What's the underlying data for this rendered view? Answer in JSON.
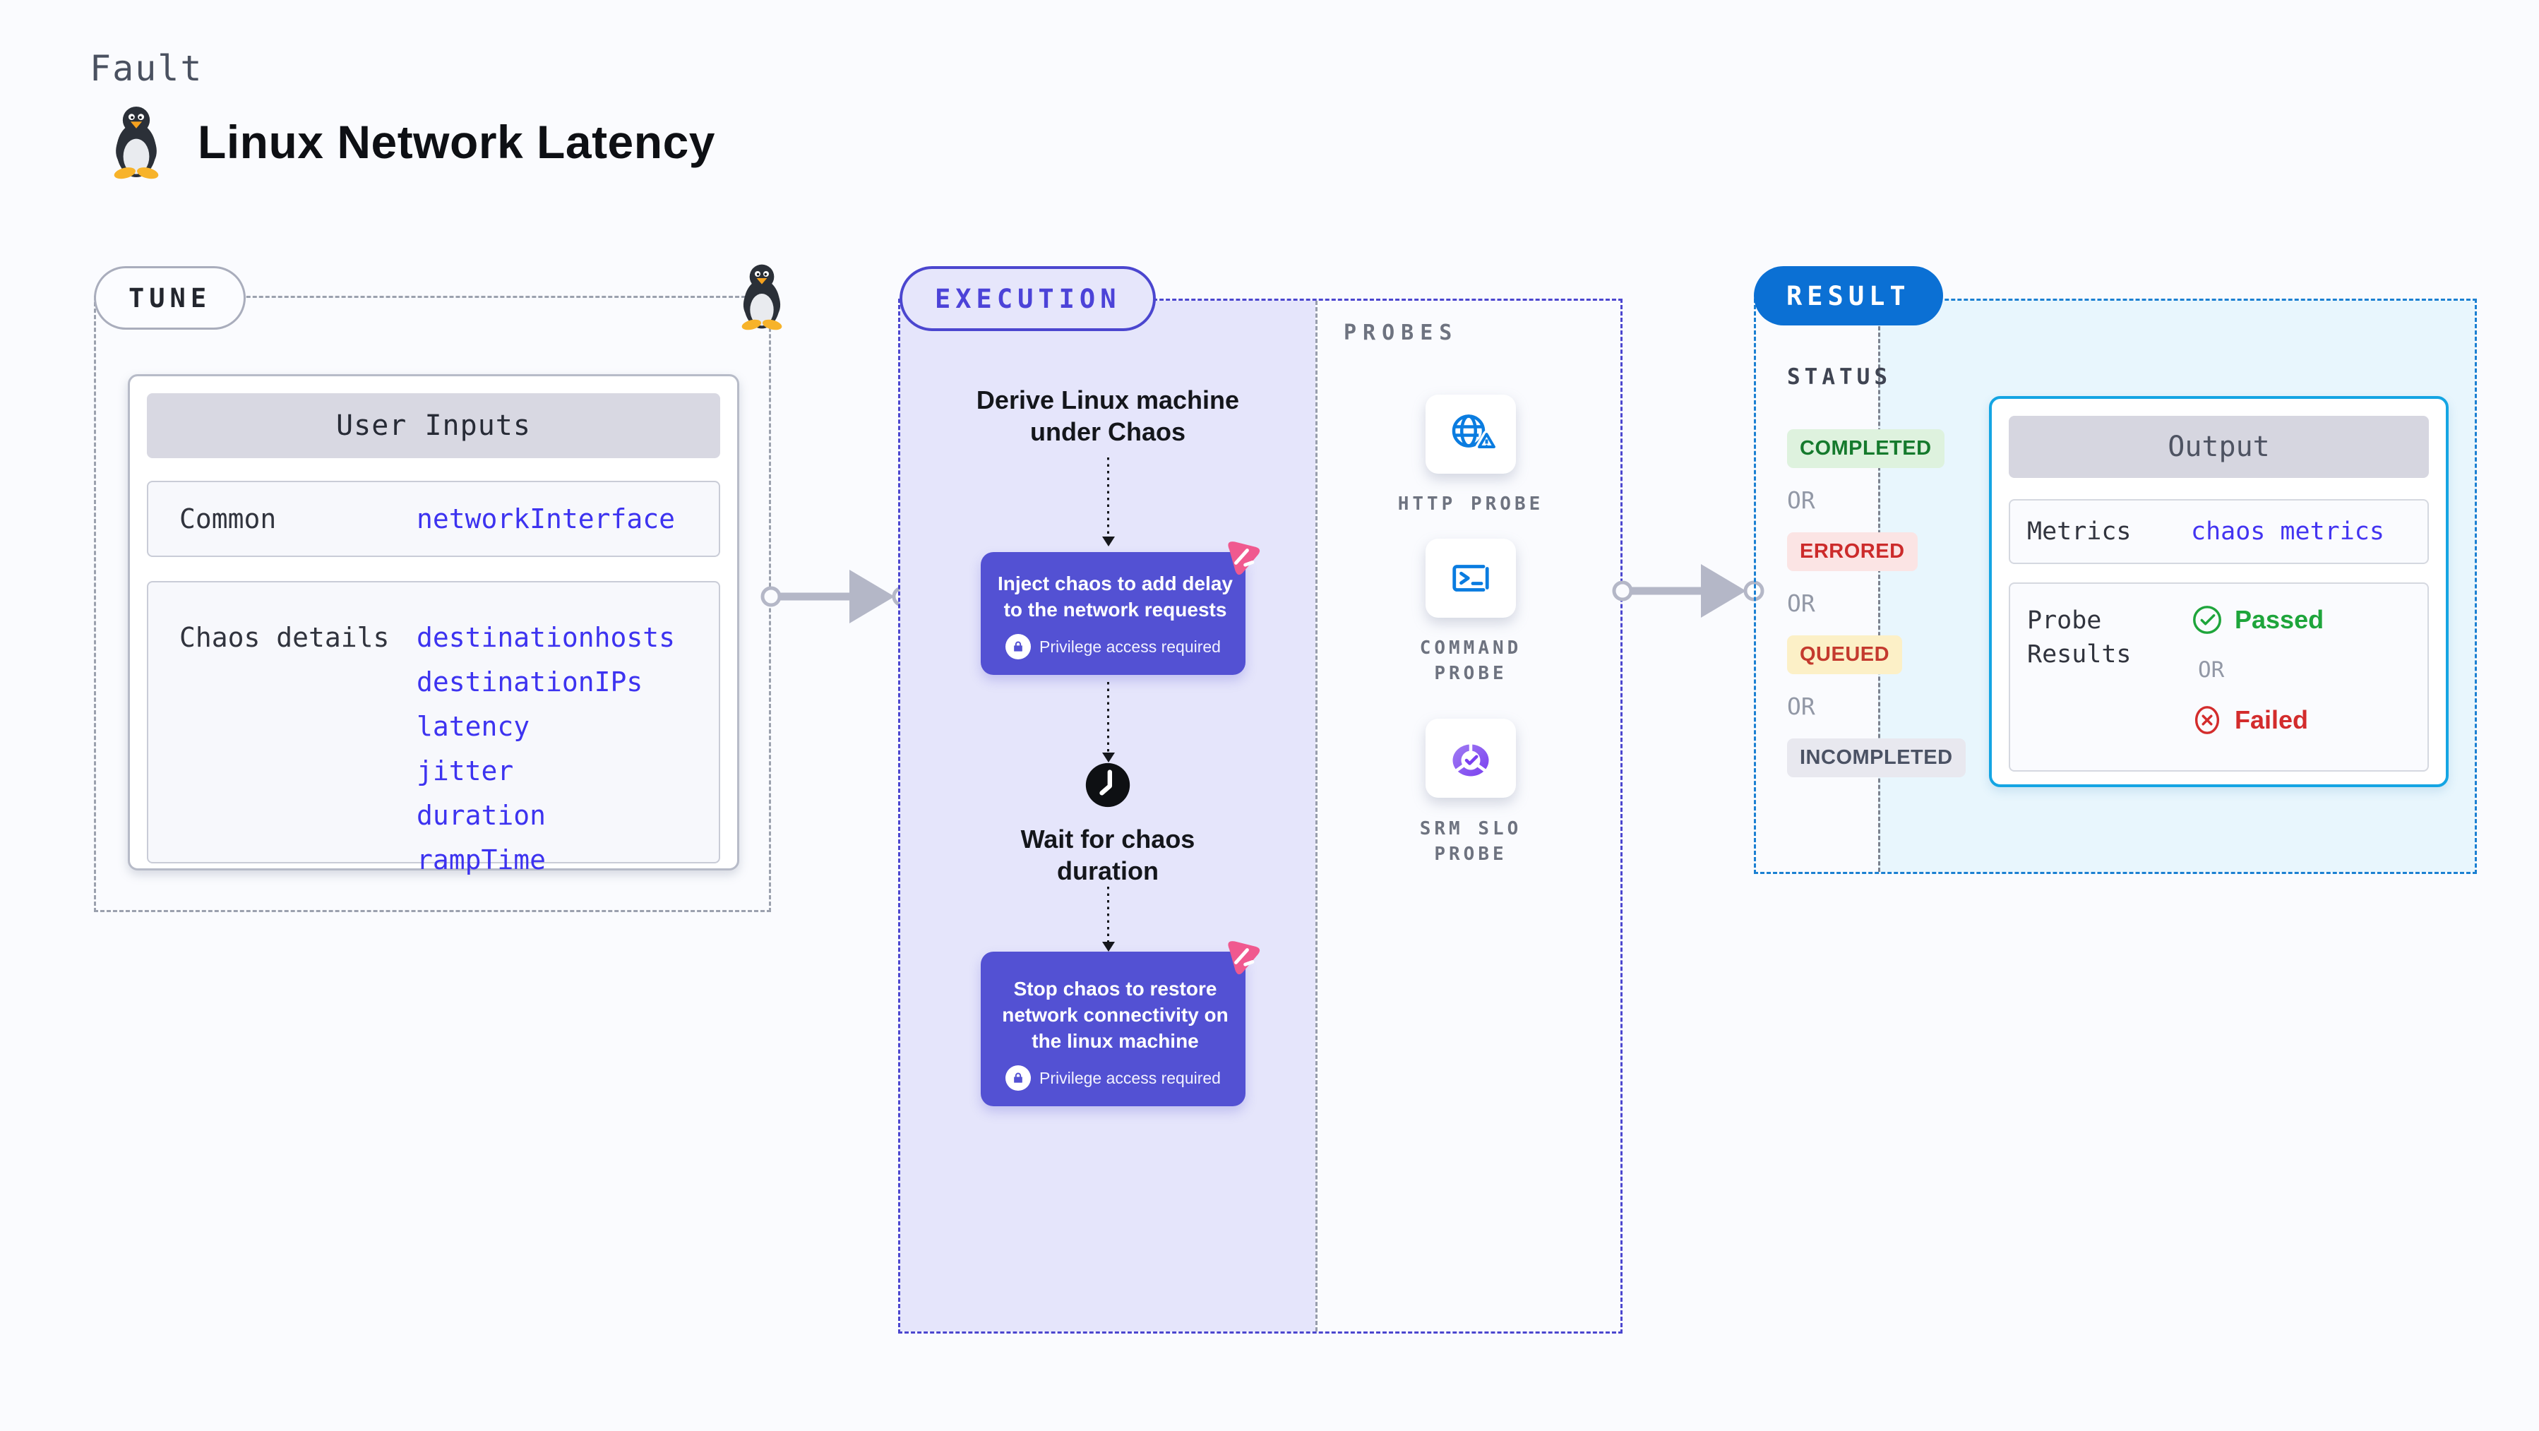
{
  "page": {
    "fault_label": "Fault",
    "title": "Linux Network Latency",
    "title_icon": "tux-penguin-icon"
  },
  "tune": {
    "badge": "TUNE",
    "corner_icon": "tux-penguin-icon",
    "user_inputs": {
      "header": "User Inputs",
      "rows": [
        {
          "label": "Common",
          "values": [
            "networkInterface"
          ]
        },
        {
          "label": "Chaos details",
          "values": [
            "destinationhosts",
            "destinationIPs",
            "latency",
            "jitter",
            "duration",
            "rampTime"
          ]
        }
      ]
    }
  },
  "execution": {
    "badge": "EXECUTION",
    "derive_label": "Derive Linux machine under Chaos",
    "inject": {
      "title": "Inject chaos to add delay to the network requests",
      "privilege": "Privilege access required",
      "corner_icon": "chaos-pink-icon",
      "icon": "lock-icon"
    },
    "wait": {
      "label": "Wait for chaos duration",
      "icon": "clock-icon"
    },
    "stop": {
      "title": "Stop chaos to restore network connectivity on the linux machine",
      "privilege": "Privilege access required",
      "corner_icon": "chaos-pink-icon",
      "icon": "lock-icon"
    }
  },
  "probes": {
    "label": "PROBES",
    "items": [
      {
        "label": "HTTP PROBE",
        "icon": "globe-alert-icon"
      },
      {
        "label": "COMMAND PROBE",
        "icon": "terminal-icon"
      },
      {
        "label": "SRM SLO PROBE",
        "icon": "slo-donut-check-icon"
      }
    ]
  },
  "result": {
    "badge": "RESULT",
    "status": {
      "label": "STATUS",
      "or_label": "OR",
      "items": [
        {
          "label": "COMPLETED",
          "color": "#157a2d",
          "bg": "#def2de"
        },
        {
          "label": "ERRORED",
          "color": "#cc2b2b",
          "bg": "#fbe4e4"
        },
        {
          "label": "QUEUED",
          "color": "#c43a2e",
          "bg": "#fcf0c7"
        },
        {
          "label": "INCOMPLETED",
          "color": "#4b5264",
          "bg": "#e8e8ef"
        }
      ]
    },
    "output": {
      "header": "Output",
      "metrics_label": "Metrics",
      "metrics_value": "chaos metrics",
      "probe_results_label": "Probe Results",
      "passed_label": "Passed",
      "or_label": "OR",
      "failed_label": "Failed"
    }
  },
  "colors": {
    "page_bg": "#fafbfe",
    "execution_border": "#4b46cf",
    "execution_fill": "#e5e5fb",
    "node_purple": "#5351d3",
    "value_blue": "#3d33f0",
    "result_border": "#1b80d2",
    "result_badge_bg": "#0b70d4",
    "result_fill": "#e8f6fd",
    "output_border": "#14a5e3",
    "probe_icon_blue": "#0a7ce0",
    "srm_purple": "#7a3ff0",
    "chaos_pink": "#f0598f",
    "passed_green": "#1ea53b",
    "failed_red": "#d32c2c",
    "arrow_gray": "#b4b7c7"
  }
}
